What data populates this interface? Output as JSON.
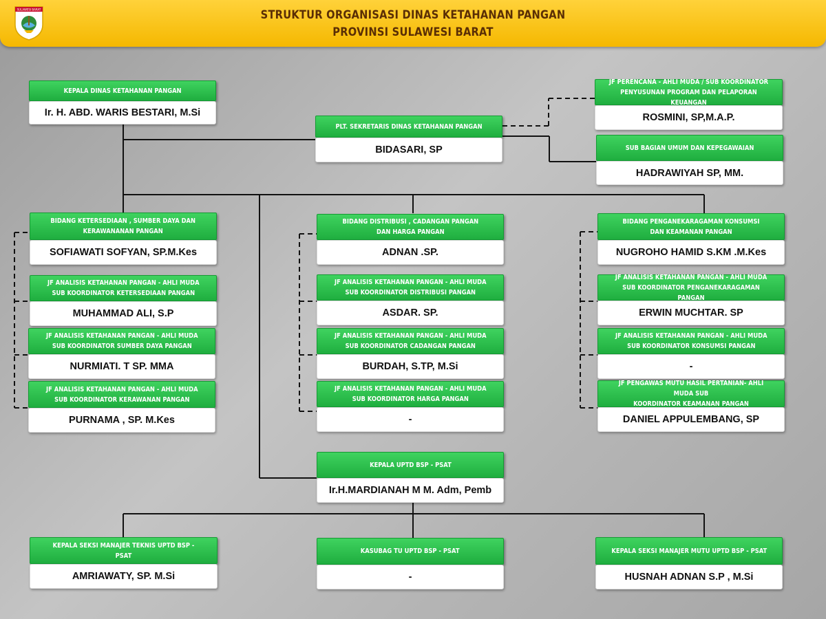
{
  "header": {
    "line1": "STRUKTUR ORGANISASI DINAS KETAHANAN PANGAN",
    "line2": "PROVINSI SULAWESI BARAT",
    "logo_text": "SULAWESI BARAT"
  },
  "colors": {
    "header_bg": "#f5b800",
    "title_bg": "#1fae3f",
    "name_bg": "#ffffff",
    "line": "#111111"
  },
  "kepala": {
    "title": "KEPALA DINAS KETAHANAN PANGAN",
    "name": "Ir. H. ABD. WARIS BESTARI, M.Si"
  },
  "sekretaris": {
    "title": "PLT. SEKRETARIS  DINAS KETAHANAN PANGAN",
    "name": "BIDASARI, SP"
  },
  "perencana": {
    "title": "JF PERENCANA - AHLI MUDA / SUB KOORDINATOR\nPENYUSUNAN PROGRAM DAN PELAPORAN KEUANGAN",
    "name": "ROSMINI, SP,M.A.P."
  },
  "umum": {
    "title": "SUB BAGIAN UMUM DAN KEPEGAWAIAN",
    "name": "HADRAWIYAH SP, MM."
  },
  "bidang1": [
    {
      "title": "BIDANG  KETERSEDIAAN , SUMBER DAYA DAN\nKERAWANANAN  PANGAN",
      "name": "SOFIAWATI SOFYAN, SP.M.Kes"
    },
    {
      "title": "JF ANALISIS KETAHANAN PANGAN - AHLI MUDA\nSUB KOORDINATOR  KETERSEDIAAN PANGAN",
      "name": "MUHAMMAD ALI, S.P"
    },
    {
      "title": "JF ANALISIS KETAHANAN PANGAN - AHLI MUDA\nSUB KOORDINATOR  SUMBER DAYA PANGAN",
      "name": "NURMIATI. T SP. MMA"
    },
    {
      "title": "JF ANALISIS KETAHANAN PANGAN - AHLI MUDA\nSUB KOORDINATOR  KERAWANAN PANGAN",
      "name": "PURNAMA , SP. M.Kes"
    }
  ],
  "bidang2": [
    {
      "title": "BIDANG  DISTRIBUSI , CADANGAN  PANGAN\nDAN HARGA PANGAN",
      "name": "ADNAN .SP."
    },
    {
      "title": "JF ANALISIS KETAHANAN PANGAN - AHLI MUDA\nSUB KOORDINATOR   DISTRIBUSI PANGAN",
      "name": "ASDAR. SP."
    },
    {
      "title": "JF ANALISIS KETAHANAN PANGAN - AHLI MUDA\nSUB KOORDINATOR   CADANGAN PANGAN",
      "name": "BURDAH, S.TP, M.Si"
    },
    {
      "title": "JF ANALISIS KETAHANAN PANGAN - AHLI MUDA\nSUB KOORDINATOR   HARGA PANGAN",
      "name": "-"
    }
  ],
  "bidang3": [
    {
      "title": "BIDANG  PENGANEKARAGAMAN  KONSUMSI\nDAN KEAMANAN PANGAN",
      "name": "NUGROHO HAMID S.KM .M.Kes"
    },
    {
      "title": "JF ANALISIS KETAHANAN PANGAN - AHLI MUDA\nSUB KOORDINATOR   PENGANEKARAGAMAN  PANGAN",
      "name": "ERWIN MUCHTAR. SP"
    },
    {
      "title": "JF ANALISIS KETAHANAN PANGAN - AHLI MUDA\nSUB KOORDINATOR   KONSUMSI  PANGAN",
      "name": "-"
    },
    {
      "title": "JF PENGAWAS MUTU HASIL PERTANIAN-  AHLI MUDA    SUB\nKOORDINATOR  KEAMANAN PANGAN",
      "name": "DANIEL APPULEMBANG, SP"
    }
  ],
  "uptd": {
    "title": "KEPALA UPTD BSP - PSAT",
    "name": "Ir.H.MARDIANAH M M. Adm, Pemb"
  },
  "uptd_children": [
    {
      "title": "KEPALA SEKSI MANAJER TEKNIS UPTD BSP - PSAT",
      "name": "AMRIAWATY, SP. M.Si"
    },
    {
      "title": "KASUBAG TU UPTD BSP - PSAT",
      "name": "-"
    },
    {
      "title": "KEPALA SEKSI MANAJER MUTU UPTD BSP - PSAT",
      "name": "HUSNAH ADNAN S.P , M.Si"
    }
  ]
}
